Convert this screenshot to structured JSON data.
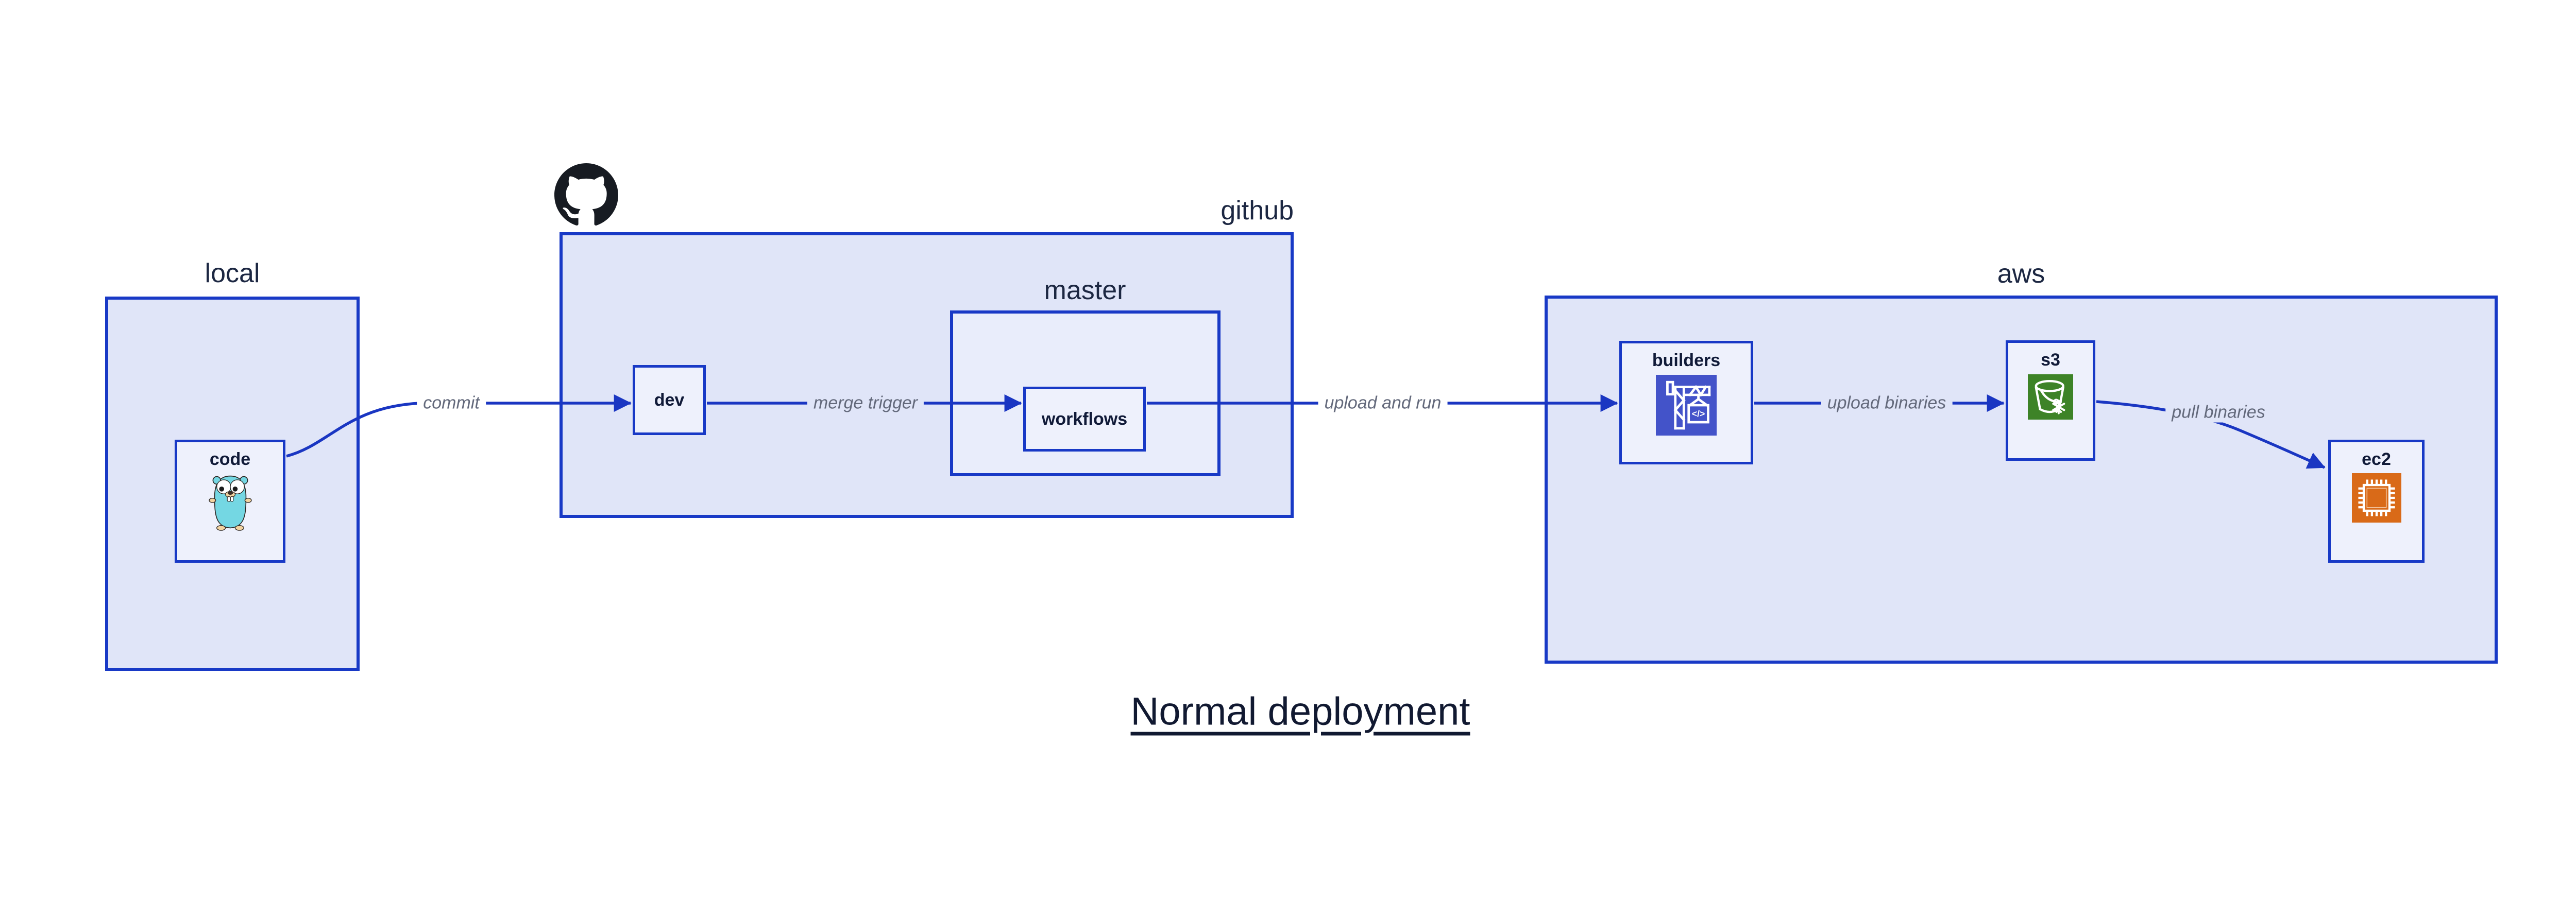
{
  "title": "Normal deployment",
  "containers": {
    "local": {
      "label": "local"
    },
    "github": {
      "label": "github"
    },
    "master": {
      "label": "master"
    },
    "aws": {
      "label": "aws"
    }
  },
  "nodes": {
    "code": {
      "label": "code",
      "icon": "go-gopher-icon"
    },
    "dev": {
      "label": "dev"
    },
    "workflows": {
      "label": "workflows"
    },
    "builders": {
      "label": "builders",
      "icon": "codebuild-crane-icon"
    },
    "s3": {
      "label": "s3",
      "icon": "s3-bucket-snowflake-icon"
    },
    "ec2": {
      "label": "ec2",
      "icon": "ec2-chip-icon"
    }
  },
  "edges": [
    {
      "from": "code",
      "to": "dev",
      "label": "commit"
    },
    {
      "from": "dev",
      "to": "workflows",
      "label": "merge trigger"
    },
    {
      "from": "workflows",
      "to": "builders",
      "label": "upload and run"
    },
    {
      "from": "builders",
      "to": "s3",
      "label": "upload binaries"
    },
    {
      "from": "s3",
      "to": "ec2",
      "label": "pull binaries"
    }
  ],
  "icons": {
    "crane_code_text": "</>",
    "github_logo": "github-octocat-mark"
  },
  "colors": {
    "accent_blue": "#1839c6",
    "container_fill": "#e0e5f8",
    "nested_container_fill": "#e9edfb",
    "node_fill": "#eef1fc",
    "edge_label_gray": "#63697b",
    "text_navy": "#101a38",
    "title_navy": "#111931",
    "github_black": "#171b22",
    "builders_icon_bg": "#4353c9",
    "s3_icon_bg": "#3d8327",
    "ec2_icon_bg": "#d96a18",
    "gopher_teal": "#74d7e3"
  }
}
